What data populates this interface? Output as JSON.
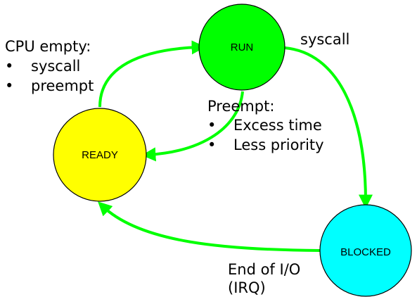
{
  "colors": {
    "arrow": "#00ff00",
    "run_fill": "#00ff00",
    "ready_fill": "#ffff00",
    "blocked_fill": "#00ffff",
    "outline": "#000000"
  },
  "states": {
    "run": "RUN",
    "ready": "READY",
    "blocked": "BLOCKED"
  },
  "notes": {
    "cpu_empty": {
      "title": "CPU empty:",
      "bullet": "•",
      "items": [
        "syscall",
        "preempt"
      ]
    },
    "syscall": "syscall",
    "preempt": {
      "title": "Preempt:",
      "bullet": "•",
      "items": [
        "Excess time",
        "Less priority"
      ]
    },
    "end_io": {
      "line1": "End of I/O",
      "line2": "(IRQ)"
    }
  }
}
